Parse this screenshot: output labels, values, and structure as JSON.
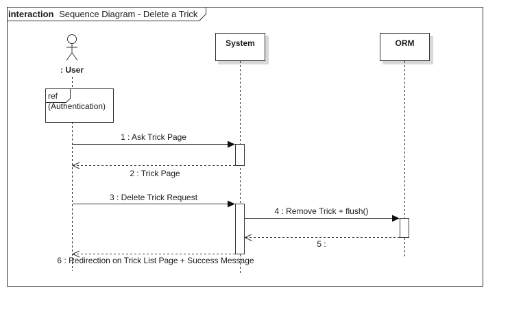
{
  "frame": {
    "keyword": "interaction",
    "title": "Sequence Diagram - Delete a Trick"
  },
  "lifelines": {
    "user": {
      "label": ": User",
      "kind": "actor"
    },
    "system": {
      "label": "System",
      "kind": "object"
    },
    "orm": {
      "label": "ORM",
      "kind": "object"
    }
  },
  "ref_fragment": {
    "keyword": "ref",
    "content": "(Authentication)"
  },
  "messages": [
    {
      "number": "1",
      "text": "1 : Ask Trick Page",
      "from": "user",
      "to": "system",
      "kind": "sync"
    },
    {
      "number": "2",
      "text": "2 : Trick Page",
      "from": "system",
      "to": "user",
      "kind": "reply"
    },
    {
      "number": "3",
      "text": "3 : Delete Trick Request",
      "from": "user",
      "to": "system",
      "kind": "sync"
    },
    {
      "number": "4",
      "text": "4 : Remove Trick + flush()",
      "from": "system",
      "to": "orm",
      "kind": "sync"
    },
    {
      "number": "5",
      "text": "5 :",
      "from": "orm",
      "to": "system",
      "kind": "reply"
    },
    {
      "number": "6",
      "text": "6 : Redirection on Trick List Page + Success Message",
      "from": "system",
      "to": "user",
      "kind": "reply"
    }
  ],
  "colors": {
    "line": "#333333",
    "shadow": "#d8d8d8",
    "fill": "#ffffff",
    "text": "#1a1a1a"
  }
}
